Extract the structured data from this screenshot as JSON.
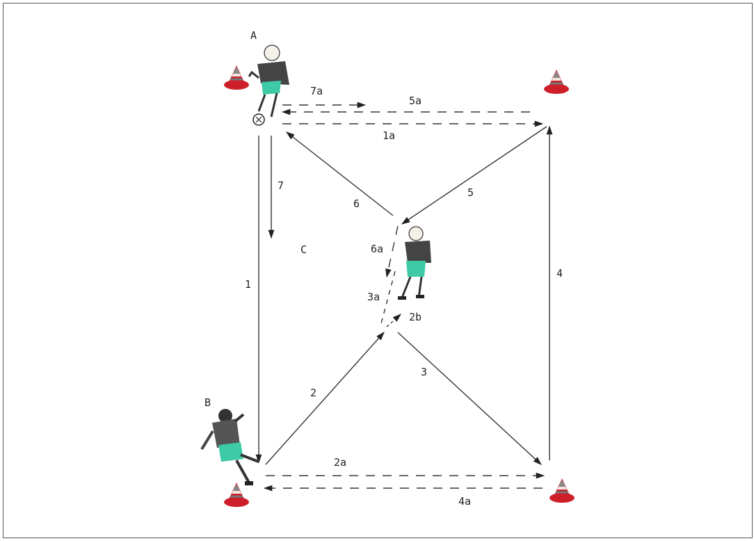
{
  "labels": {
    "A": "A",
    "B": "B",
    "C": "C",
    "r1": "1",
    "r1a": "1a",
    "r2": "2",
    "r2a": "2a",
    "r2b": "2b",
    "r3": "3",
    "r3a": "3a",
    "r4": "4",
    "r4a": "4a",
    "r5": "5",
    "r5a": "5a",
    "r6": "6",
    "r6a": "6a",
    "r7": "7",
    "r7a": "7a"
  },
  "colors": {
    "cone_red": "#cc1f2a",
    "shorts": "#3ec9a7",
    "shirt": "#444444",
    "line": "#333333"
  }
}
